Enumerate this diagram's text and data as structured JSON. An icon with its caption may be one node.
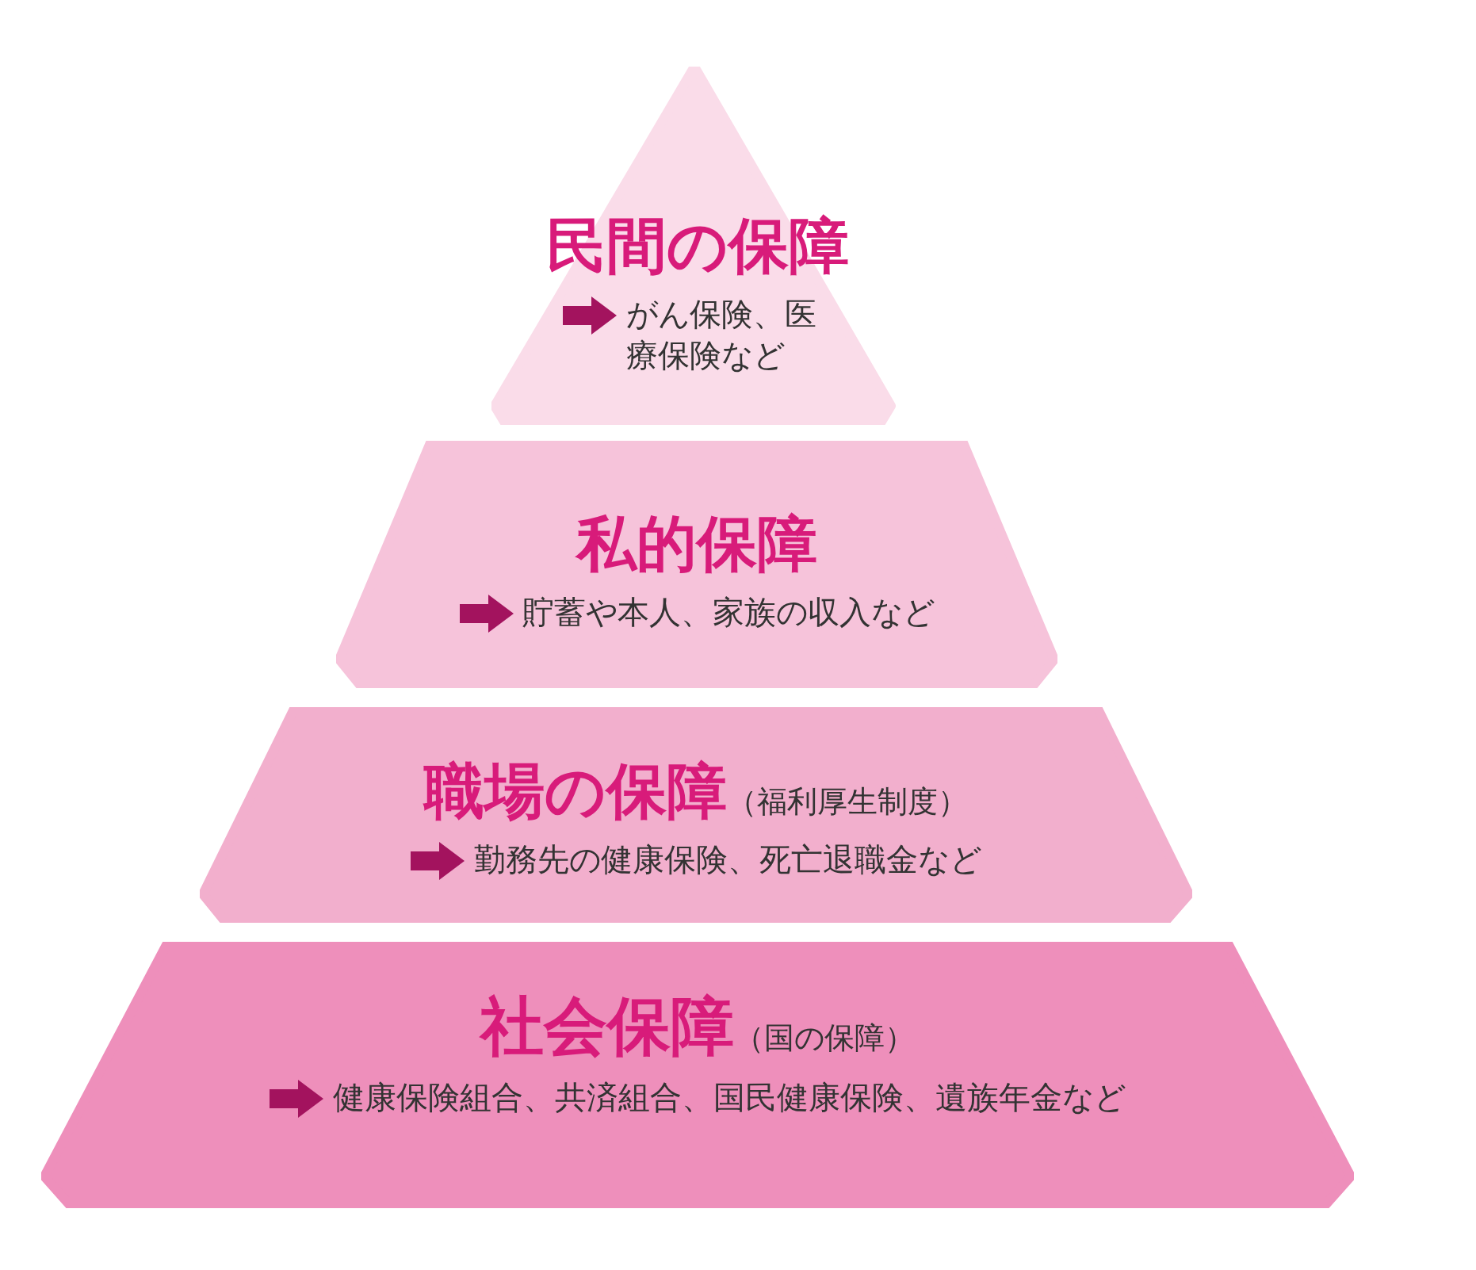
{
  "diagram": {
    "nodes": [
      {
        "text": [
          "民間の保障",
          "がん保険、医療保険など"
        ]
      },
      {
        "text": [
          "私的保障",
          "貯蓄や本人、家族の収入など"
        ]
      },
      {
        "text": [
          "職場の保障",
          "（福利厚生制度）",
          "勤務先の健康保険、死亡退職金など"
        ]
      },
      {
        "text": [
          "社会保障",
          "（国の保障）",
          "健康保険組合、共済組合、国民健康保険、遺族年金など"
        ]
      }
    ]
  }
}
